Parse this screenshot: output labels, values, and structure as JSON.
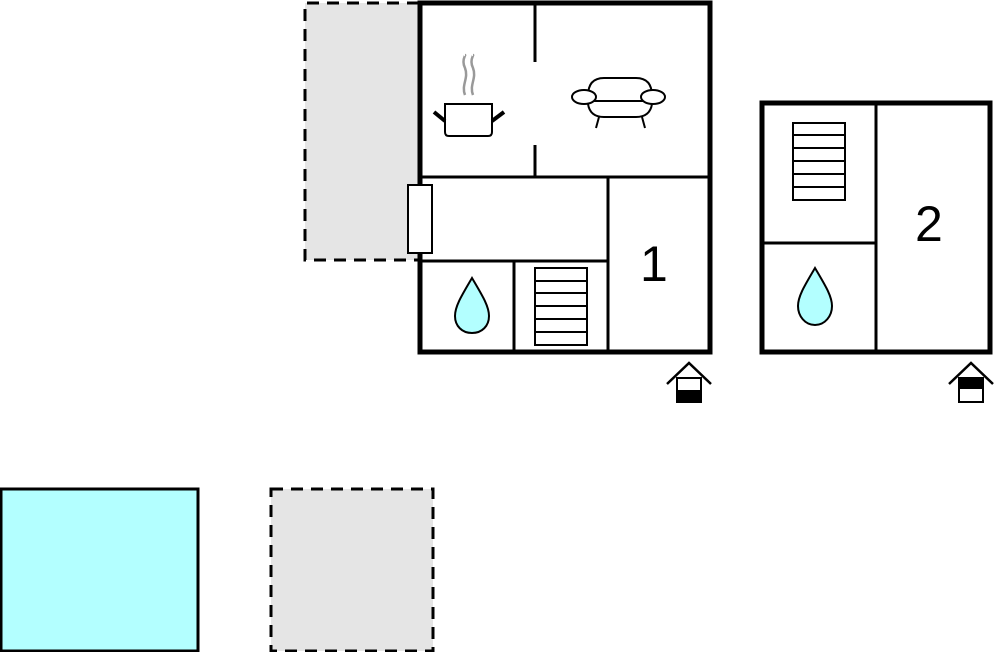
{
  "diagram": {
    "type": "floor-plan",
    "colors": {
      "wall": "#000000",
      "terrace": "#e5e5e5",
      "water": "#b3ffff",
      "background": "#ffffff",
      "steam": "#999999"
    },
    "buildings": [
      {
        "id": "building-1",
        "label": "1",
        "rooms": [
          "kitchen",
          "living-room",
          "hallway",
          "bathroom",
          "staircase",
          "bedroom-1"
        ],
        "entrance_icon": "house-floor-ground-icon"
      },
      {
        "id": "building-2",
        "label": "2",
        "rooms": [
          "staircase",
          "bathroom",
          "bedroom-2"
        ],
        "entrance_icon": "house-floor-upper-icon"
      }
    ],
    "outdoor": [
      {
        "id": "terrace-left",
        "type": "terrace",
        "style": "dashed"
      },
      {
        "id": "pool",
        "type": "pool"
      },
      {
        "id": "terrace-bottom",
        "type": "terrace",
        "style": "dashed"
      }
    ],
    "icons": [
      "cooking-pot-icon",
      "sofa-icon",
      "water-drop-icon",
      "stairs-icon",
      "door-icon"
    ]
  }
}
